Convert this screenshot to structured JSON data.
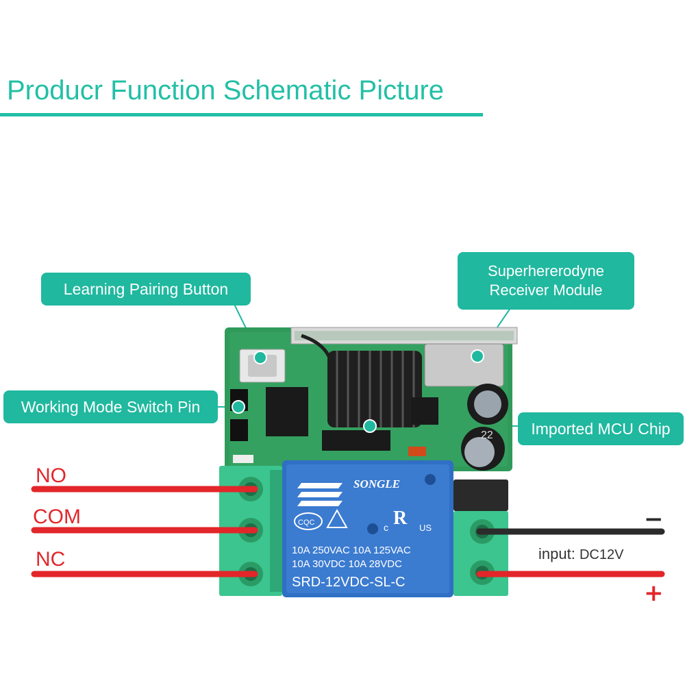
{
  "title": "Producr Function Schematic Picture",
  "callouts": {
    "learning_button": "Learning Pairing Button",
    "receiver_line1": "Superhererodyne",
    "receiver_line2": "Receiver Module",
    "mode_switch": "Working Mode Switch Pin",
    "mcu_chip": "Imported MCU Chip"
  },
  "relay": {
    "brand": "SONGLE",
    "cqc": "CQC",
    "row1": "10A 250VAC  10A 125VAC",
    "row2": "10A  30VDC  10A  28VDC",
    "model": "SRD-12VDC-SL-C",
    "c_mark": "c",
    "us_mark": "US"
  },
  "capacitor_text": "22",
  "wires": {
    "no": "NO",
    "com": "COM",
    "nc": "NC"
  },
  "input": {
    "label": "input:",
    "voltage": "DC12V",
    "minus": "−",
    "plus": "+"
  },
  "colors": {
    "accent": "#20b89f",
    "wire_red": "#e2262a",
    "wire_black": "#2b2b2b",
    "pcb_green": "#2f9a5a",
    "terminal_green": "#3cc58e",
    "relay_blue": "#2f6fc4"
  }
}
